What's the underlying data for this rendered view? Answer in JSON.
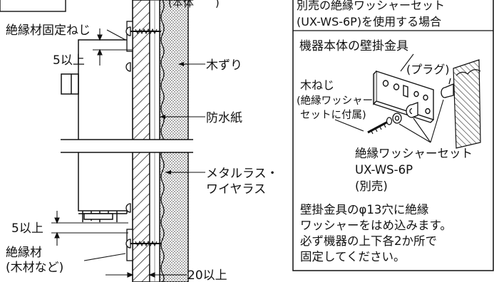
{
  "left": {
    "top_partial": "(本体　　)",
    "screw_label": "絶縁材固定ねじ",
    "gap_top_label": "5以上",
    "wood_strip_label": "木ずり",
    "waterproof_paper_label": "防水紙",
    "lath_label_1": "メタルラス・",
    "lath_label_2": "ワイヤラス",
    "gap_bottom_label": "5以上",
    "insulation_label_1": "絶縁材",
    "insulation_label_2": "(木材など)",
    "depth_label": "20以上"
  },
  "right": {
    "header_line_1": "別売の絶縁ワッシャーセット",
    "header_line_2": "(UX-WS-6P)を使用する場合",
    "bracket_label": "機器本体の壁掛金具",
    "plug_label": "(プラグ)",
    "screw_label_1": "木ねじ",
    "screw_label_2": "(絶縁ワッシャー",
    "screw_label_3": "セットに付属)",
    "washer_label_1": "絶縁ワッシャーセット",
    "washer_label_2": "UX-WS-6P",
    "washer_label_3": "(別売)",
    "note_1": "壁掛金具のφ13穴に絶縁",
    "note_2": "ワッシャーをはめ込みます。",
    "note_3": "必ず機器の上下各2か所で",
    "note_4": "固定してください。"
  }
}
